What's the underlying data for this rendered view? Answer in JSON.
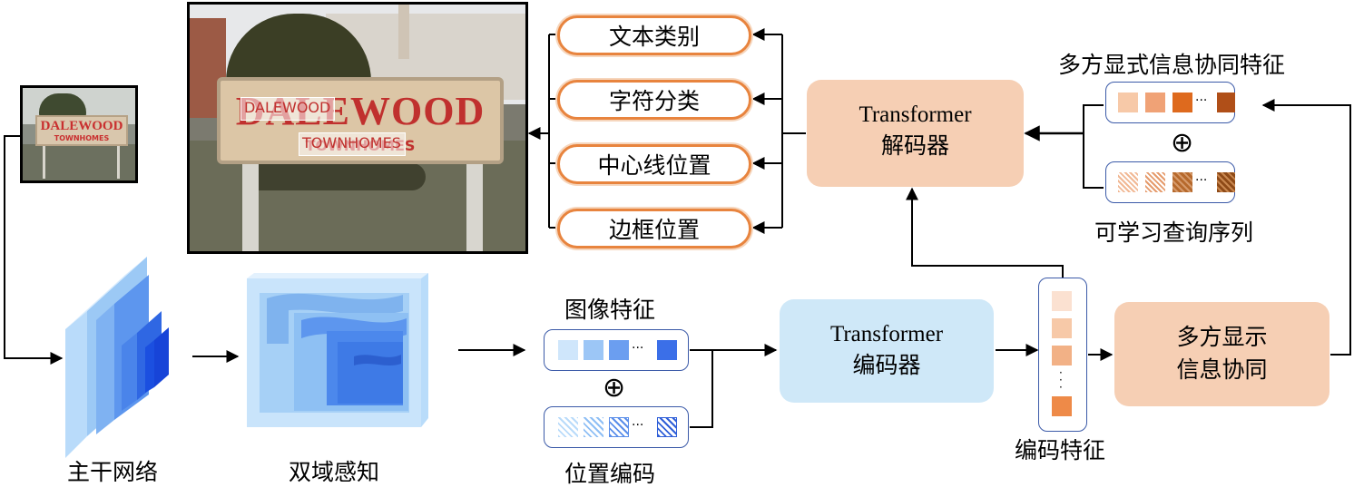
{
  "image_text": {
    "small_sign": "DALEWOOD",
    "small_sign_sub": "TOWNHOMES",
    "big_sign": "DALEWOOD",
    "big_sign_sub": "TOWNHOMES",
    "det_label_1": "DALEWOOD",
    "det_label_2": "TOWNHOMES"
  },
  "labels": {
    "backbone": "主干网络",
    "dual_domain": "双域感知",
    "image_features": "图像特征",
    "positional_encoding": "位置编码",
    "encoder_line1": "Transformer",
    "encoder_line2": "编码器",
    "encoded_features": "编码特征",
    "collab_line1": "多方显示",
    "collab_line2": "信息协同",
    "decoder_line1": "Transformer",
    "decoder_line2": "解码器",
    "explicit_collab_features": "多方显式信息协同特征",
    "learnable_queries": "可学习查询序列",
    "plus": "⊕",
    "dots": "···"
  },
  "outputs": [
    "文本类别",
    "字符分类",
    "中心线位置",
    "边框位置"
  ],
  "colors": {
    "blue_light": "#cfe6fb",
    "blue_mid": "#9cc6f6",
    "blue_dark": "#3b6fe8",
    "orange_box": "#f6cfb4",
    "orange_border": "#e8843e",
    "encoder_fill": "#cfe8f8"
  }
}
